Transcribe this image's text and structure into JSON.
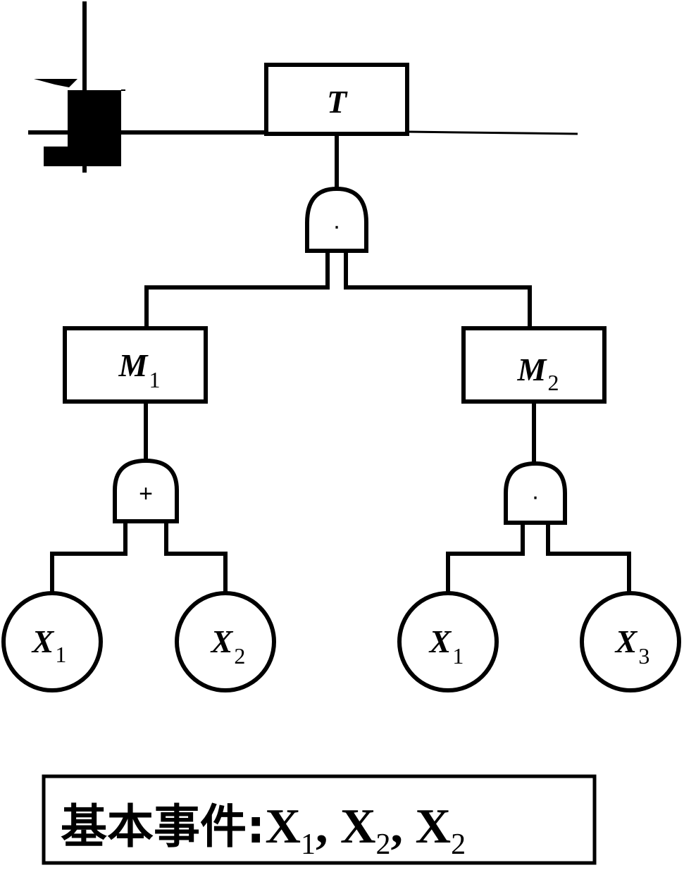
{
  "diagram": {
    "top_event": {
      "label": "T"
    },
    "gates": [
      {
        "id": "g-top",
        "symbol": "·"
      },
      {
        "id": "g-m1",
        "symbol": "+"
      },
      {
        "id": "g-m2",
        "symbol": "·"
      }
    ],
    "intermediate_events": [
      {
        "id": "m1",
        "letter": "M",
        "sub": "1"
      },
      {
        "id": "m2",
        "letter": "M",
        "sub": "2"
      }
    ],
    "basic_events": [
      {
        "id": "b1",
        "letter": "X",
        "sub": "1"
      },
      {
        "id": "b2",
        "letter": "X",
        "sub": "2"
      },
      {
        "id": "b3",
        "letter": "X",
        "sub": "1"
      },
      {
        "id": "b4",
        "letter": "X",
        "sub": "3"
      }
    ]
  },
  "legend": {
    "prefix": "基本事件:",
    "items": [
      {
        "letter": "X",
        "sub": "1",
        "sep": ", "
      },
      {
        "letter": "X",
        "sub": "2",
        "sep": ", "
      },
      {
        "letter": "X",
        "sub": "2",
        "sep": ""
      }
    ]
  }
}
